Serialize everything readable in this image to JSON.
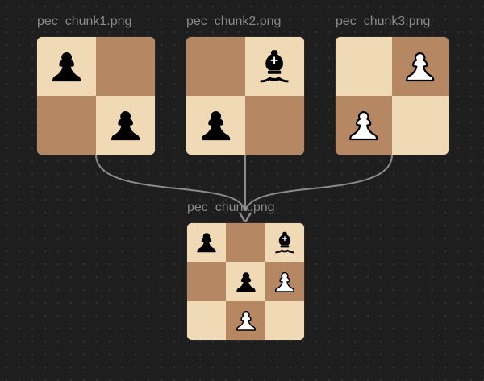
{
  "canvas": {
    "background": "#1e1e1e",
    "edge_color": "#8a8a8a"
  },
  "board_colors": {
    "light": "#f0d9b5",
    "dark": "#b58863"
  },
  "nodes": [
    {
      "title": "pec_chunk1.png",
      "rows": 2,
      "cols": 2,
      "squares": [
        {
          "color": "light",
          "piece": "black-pawn"
        },
        {
          "color": "dark",
          "piece": ""
        },
        {
          "color": "dark",
          "piece": ""
        },
        {
          "color": "light",
          "piece": "black-pawn"
        }
      ]
    },
    {
      "title": "pec_chunk2.png",
      "rows": 2,
      "cols": 2,
      "squares": [
        {
          "color": "dark",
          "piece": ""
        },
        {
          "color": "light",
          "piece": "black-bishop"
        },
        {
          "color": "light",
          "piece": "black-pawn"
        },
        {
          "color": "dark",
          "piece": ""
        }
      ]
    },
    {
      "title": "pec_chunk3.png",
      "rows": 2,
      "cols": 2,
      "squares": [
        {
          "color": "light",
          "piece": ""
        },
        {
          "color": "dark",
          "piece": "white-pawn"
        },
        {
          "color": "dark",
          "piece": "white-pawn"
        },
        {
          "color": "light",
          "piece": ""
        }
      ]
    },
    {
      "title": "pec_chunk.png",
      "rows": 3,
      "cols": 3,
      "squares": [
        {
          "color": "light",
          "piece": "black-pawn"
        },
        {
          "color": "dark",
          "piece": ""
        },
        {
          "color": "light",
          "piece": "black-bishop"
        },
        {
          "color": "dark",
          "piece": ""
        },
        {
          "color": "light",
          "piece": "black-pawn"
        },
        {
          "color": "dark",
          "piece": "white-pawn"
        },
        {
          "color": "light",
          "piece": ""
        },
        {
          "color": "dark",
          "piece": "white-pawn"
        },
        {
          "color": "light",
          "piece": ""
        }
      ]
    }
  ],
  "edges": [
    {
      "from": "pec_chunk1.png",
      "to": "pec_chunk.png"
    },
    {
      "from": "pec_chunk2.png",
      "to": "pec_chunk.png"
    },
    {
      "from": "pec_chunk3.png",
      "to": "pec_chunk.png"
    }
  ]
}
